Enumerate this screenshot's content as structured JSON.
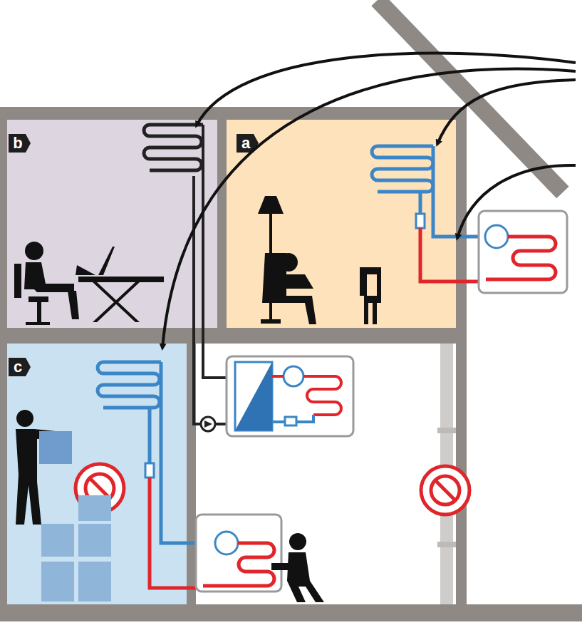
{
  "diagram": {
    "labels": [
      "b",
      "a",
      "c"
    ]
  }
}
